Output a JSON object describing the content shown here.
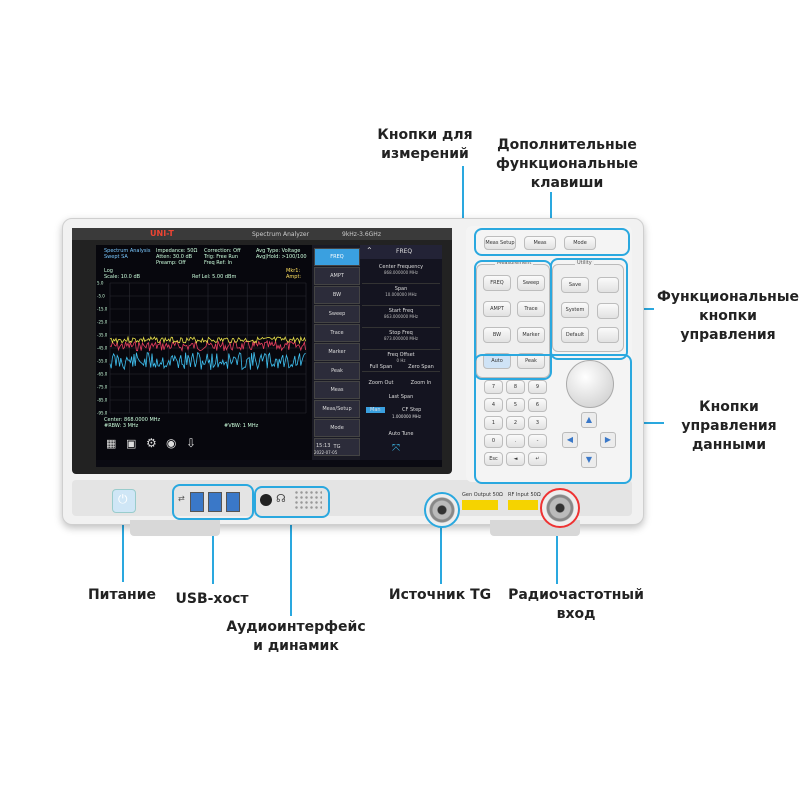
{
  "callouts": {
    "measure_buttons": "Кнопки для\nизмерений",
    "extra_function_keys": "Дополнительные\nфункциональные\nклавиши",
    "function_control_buttons": "Функциональные\nкнопки\nуправления",
    "data_control_buttons": "Кнопки\nуправления\nданными",
    "power": "Питание",
    "usb_host": "USB-хост",
    "audio": "Аудиоинтерфейс\nи динамик",
    "tg_source": "Источник TG",
    "rf_input": "Радиочастотный\nвход"
  },
  "device": {
    "brand": "UNI-T",
    "model_text": "Spectrum Analyzer",
    "freq_range": "9kHz-3.6GHz",
    "gen_output": "Gen Output 50Ω",
    "rf_input": "RF Input 50Ω"
  },
  "screen": {
    "header": {
      "title": "Spectrum Analysis",
      "mode": "Swept SA",
      "impedance": "Impedance: 50Ω",
      "atten": "Atten: 30.0 dB",
      "preamp": "Preamp: Off",
      "correction": "Correction: Off",
      "trig": "Trig: Free Run",
      "freq_ref": "Freq Ref: In",
      "avg_type": "Avg Type: Voltage",
      "avg_hold": "Avg|Hold: >100/100"
    },
    "log": "Log",
    "scale": "Scale: 10.0 dB",
    "ref_level": "Ref Lel: 5.00 dBm",
    "marker1": "Mkr1:",
    "ampt": "Ampt:",
    "y_ticks": [
      "5.0",
      "-5.0",
      "-15.0",
      "-25.0",
      "-35.0",
      "-45.0",
      "-55.0",
      "-65.0",
      "-75.0",
      "-85.0",
      "-95.0"
    ],
    "center": "Center: 868.0000 MHz",
    "rbw": "#RBW: 3 MHz",
    "vbw": "#VBW: 1 MHz",
    "menu": [
      "FREQ",
      "AMPT",
      "BW",
      "Sweep",
      "Trace",
      "Marker",
      "Peak",
      "Meas",
      "Meas/Setup",
      "Mode",
      "TG"
    ],
    "softkey_title": "FREQ",
    "softkeys": [
      {
        "label": "Center Frequency",
        "value": "868.000000 MHz"
      },
      {
        "label": "Span",
        "value": "10.000000 MHz"
      },
      {
        "label": "Start Freq",
        "value": "863.000000 MHz"
      },
      {
        "label": "Stop Freq",
        "value": "873.000000 MHz"
      },
      {
        "label": "Freq Offset",
        "value": "0 Hz"
      }
    ],
    "span_buttons": [
      "Full Span",
      "Zero Span",
      "Zoom Out",
      "Zoom In",
      "Last Span"
    ],
    "cf_step_auto": "Man",
    "cf_step_label": "CF Step",
    "cf_step_value": "1.000000 MHz",
    "auto_tune": "Auto Tune",
    "time": "15:13",
    "date": "2022-07-05"
  },
  "panel": {
    "top_keys": [
      "Meas Setup",
      "Meas",
      "Mode"
    ],
    "measurement_title": "Measurement",
    "measurement_keys": [
      "FREQ",
      "Sweep",
      "AMPT",
      "Trace",
      "BW",
      "Marker",
      "Auto",
      "Peak"
    ],
    "utility_title": "Utility",
    "utility_keys": [
      "Save",
      "System",
      "Default"
    ],
    "numpad": [
      "7",
      "8",
      "9",
      "4",
      "5",
      "6",
      "1",
      "2",
      "3",
      "0",
      ".",
      "-",
      "Esc",
      "◄",
      "↵"
    ]
  },
  "colors": {
    "accent": "#2aa8df",
    "trace_yellow": "#e8e04a",
    "trace_red": "#e84060",
    "trace_cyan": "#3fc0f0",
    "active_menu": "#3aa0e0"
  }
}
